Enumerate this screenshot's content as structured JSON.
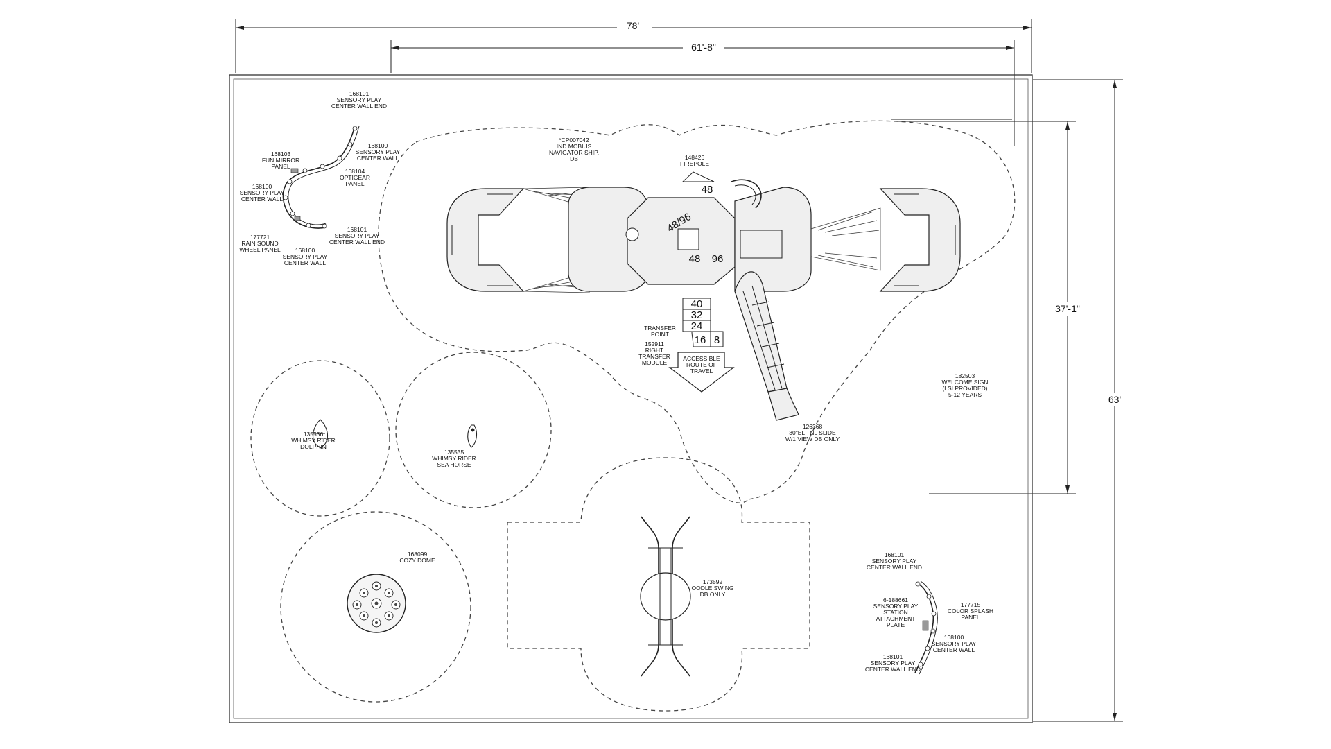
{
  "dimensions": {
    "overall_width": "78'",
    "inner_width": "61'-8\"",
    "inner_height": "37'-1\"",
    "overall_height": "63'"
  },
  "labels": {
    "sensory_wall_end_top": [
      "168101",
      "SENSORY PLAY",
      "CENTER WALL END"
    ],
    "sensory_wall_top": [
      "168100",
      "SENSORY PLAY",
      "CENTER WALL"
    ],
    "fun_mirror": [
      "168103",
      "FUN MIRROR",
      "PANEL"
    ],
    "optigear": [
      "168104",
      "OPTIGEAR",
      "PANEL"
    ],
    "sensory_wall_left": [
      "168100",
      "SENSORY PLAY",
      "CENTER WALL"
    ],
    "rain_sound": [
      "177721",
      "RAIN SOUND",
      "WHEEL PANEL"
    ],
    "sensory_wall_bottom_left": [
      "168100",
      "SENSORY PLAY",
      "CENTER WALL"
    ],
    "sensory_wall_end_left": [
      "168101",
      "SENSORY PLAY",
      "CENTER WALL END"
    ],
    "navigator_ship": [
      "*CP007042",
      "IND MOBIUS",
      "NAVIGATOR SHIP,",
      "DB"
    ],
    "firepole": [
      "148426",
      "FIREPOLE"
    ],
    "transfer_point": [
      "TRANSFER",
      "POINT"
    ],
    "transfer_module": [
      "152911",
      "RIGHT",
      "TRANSFER",
      "MODULE"
    ],
    "accessible_route": [
      "ACCESSIBLE",
      "ROUTE OF",
      "TRAVEL"
    ],
    "welcome_sign": [
      "182503",
      "WELCOME SIGN",
      "(LSI PROVIDED)",
      "5-12 YEARS"
    ],
    "tnl_slide": [
      "126368",
      "30\"EL TNL SLIDE",
      "W/1 VIEW DB ONLY"
    ],
    "dolphin": [
      "135536",
      "WHIMSY RIDER",
      "DOLPHIN"
    ],
    "sea_horse": [
      "135535",
      "WHIMSY RIDER",
      "SEA HORSE"
    ],
    "cozy_dome": [
      "168099",
      "COZY DOME"
    ],
    "oodle_swing": [
      "173592",
      "OODLE SWING",
      "DB ONLY"
    ],
    "sensory_wall_end_br_top": [
      "168101",
      "SENSORY PLAY",
      "CENTER WALL END"
    ],
    "attachment_plate": [
      "6-188661",
      "SENSORY PLAY",
      "STATION",
      "ATTACHMENT",
      "PLATE"
    ],
    "color_splash": [
      "177715",
      "COLOR SPLASH",
      "PANEL"
    ],
    "sensory_wall_br": [
      "168100",
      "SENSORY PLAY",
      "CENTER WALL"
    ],
    "sensory_wall_end_br_bottom": [
      "168101",
      "SENSORY PLAY",
      "CENTER WALL END"
    ]
  },
  "deck_heights": {
    "tower_diagonal": "48/96",
    "deck_top": "48",
    "deck_mid": "48",
    "deck_right": "96",
    "step_40": "40",
    "step_32": "32",
    "step_24": "24",
    "step_16": "16",
    "step_8": "8"
  }
}
